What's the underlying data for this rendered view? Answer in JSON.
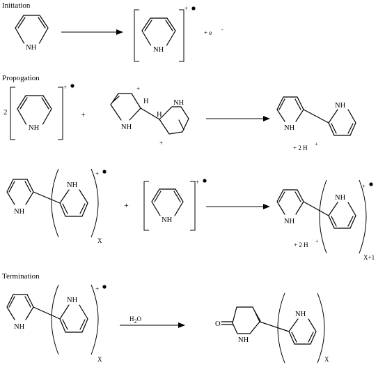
{
  "sections": {
    "initiation": "Initiation",
    "propagation": "Propogation",
    "termination": "Termination"
  },
  "atoms": {
    "nitrogen_h": "NH",
    "h": "H"
  },
  "charges": {
    "plus": "+",
    "electron": "+ e",
    "e_sup": "-"
  },
  "coefficients": {
    "two": "2"
  },
  "operators": {
    "plus": "+"
  },
  "byproducts": {
    "two_h_plus": "+ 2 H",
    "h_sup": "+"
  },
  "subscripts": {
    "x": "X",
    "x_plus_1": "X+1"
  },
  "reagents": {
    "water_h": "H",
    "water_2": "2",
    "water_o": "O"
  },
  "termination_product": {
    "carbonyl_o": "O"
  }
}
